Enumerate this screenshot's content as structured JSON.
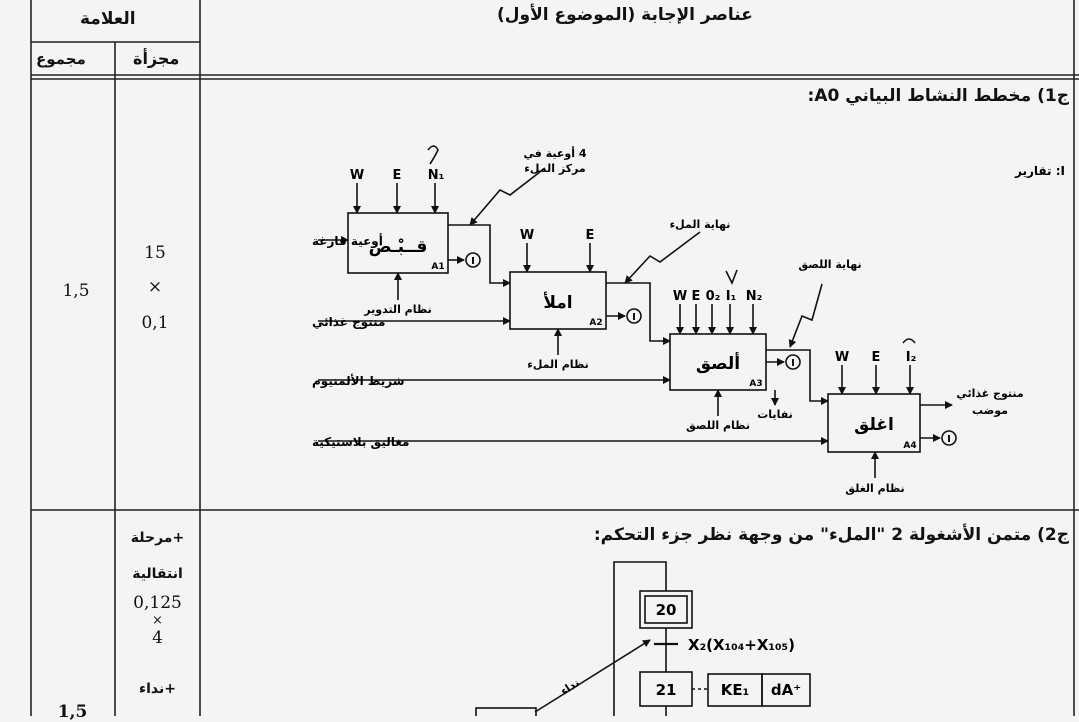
{
  "header": {
    "grade": "العلامة",
    "answer_elements": "عناصر الإجابة (الموضوع الأول)",
    "total": "مجموع",
    "partial": "مجزأة"
  },
  "row1": {
    "total": "1,5",
    "partial_line1": "15",
    "partial_line2": "×",
    "partial_line3": "0,1",
    "title": "ج1) مخطط النشاط البياني A0:"
  },
  "diagram": {
    "legend": "I: تقارير",
    "inputs": {
      "empty_boxes": "أوعية فارغة",
      "food_product": "منتوج غذائي",
      "aluminum_strip": "شريط الألمنيوم",
      "plastic_caps": "مغاليق بلاستيكية"
    },
    "boxes": {
      "a1": {
        "name": "قــبْـض",
        "code": "A1",
        "control": "نظام التدوير"
      },
      "a2": {
        "name": "املأ",
        "code": "A2",
        "control": "نظام الملء"
      },
      "a3": {
        "name": "ألصق",
        "code": "A3",
        "control": "نظام اللصق",
        "waste": "نفايات"
      },
      "a4": {
        "name": "اغلق",
        "code": "A4",
        "control": "نظام الغلق"
      }
    },
    "messages": {
      "m1_line1": "4 أوعية في",
      "m1_line2": "مركز الملء",
      "m2": "نهاية الملء",
      "m3": "نهاية اللصق"
    },
    "controls": {
      "W": "W",
      "E": "E",
      "N1": "N₁",
      "O2": "0₂",
      "I1": "I₁",
      "N2": "N₂",
      "I2": "I₂"
    },
    "report": "I",
    "output": {
      "line1": "منتوج غذائي",
      "line2": "موضب"
    }
  },
  "row2": {
    "partial_line1": "مرحلة+",
    "partial_line2": "انتقالية",
    "partial_line3": "0,125",
    "partial_line4": "×",
    "partial_line5": "4",
    "partial_line6": "نداء+",
    "total": "1,5",
    "title": "ج2) متمن الأشغولة 2 \"الملء\" من وجهة نظر جزء التحكم:"
  },
  "grafcet": {
    "step1": "20",
    "transition": "X₂(X₁₀₄+X₁₀₅)",
    "step2": "21",
    "action1": "KE₁",
    "action2": "dA⁺",
    "call": "نداء"
  }
}
